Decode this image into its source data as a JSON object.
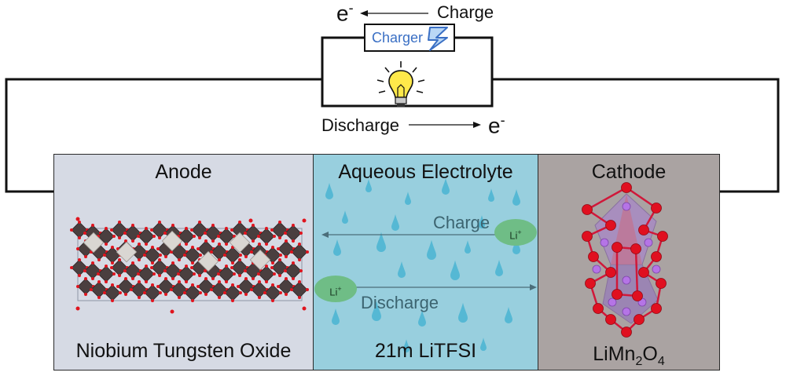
{
  "circuit": {
    "electron_symbol": "e",
    "electron_charge": "-",
    "charge_label": "Charge",
    "discharge_label": "Discharge",
    "charger_label": "Charger"
  },
  "anode": {
    "title": "Anode",
    "material": "Niobium Tungsten Oxide"
  },
  "electrolyte": {
    "title": "Aqueous Electrolyte",
    "charge_label": "Charge",
    "discharge_label": "Discharge",
    "ion_symbol": "Li",
    "ion_charge": "+",
    "composition": "21m LiTFSI"
  },
  "cathode": {
    "title": "Cathode",
    "formula_base": "LiMn",
    "formula_sub1": "2",
    "formula_o": "O",
    "formula_sub2": "4"
  },
  "colors": {
    "anode_bg": "#d6dae4",
    "electrolyte_bg": "#98cfde",
    "cathode_bg": "#aaa3a2",
    "ion_fill": "#6fbd86",
    "charger_text": "#3a6fc4"
  }
}
